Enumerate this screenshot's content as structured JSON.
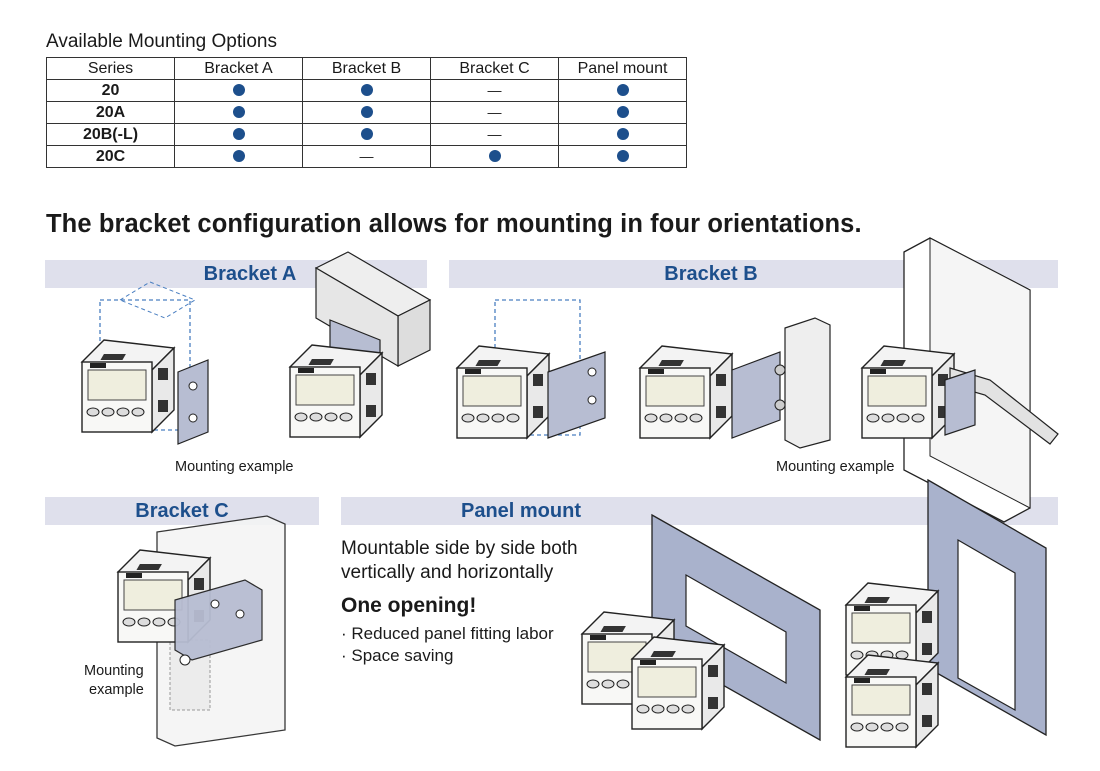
{
  "table": {
    "title": "Available Mounting Options",
    "headers": [
      "Series",
      "Bracket A",
      "Bracket B",
      "Bracket C",
      "Panel mount"
    ],
    "rows": [
      {
        "series": "20",
        "values": [
          "dot",
          "dot",
          "—",
          "dot"
        ]
      },
      {
        "series": "20A",
        "values": [
          "dot",
          "dot",
          "—",
          "dot"
        ]
      },
      {
        "series": "20B(-L)",
        "values": [
          "dot",
          "dot",
          "—",
          "dot"
        ]
      },
      {
        "series": "20C",
        "values": [
          "dot",
          "—",
          "dot",
          "dot"
        ]
      }
    ]
  },
  "headline": "The bracket configuration allows for mounting in four orientations.",
  "sections": {
    "bracket_a": {
      "title": "Bracket A",
      "caption": "Mounting example"
    },
    "bracket_b": {
      "title": "Bracket B",
      "caption": "Mounting example"
    },
    "bracket_c": {
      "title": "Bracket C",
      "caption_line1": "Mounting",
      "caption_line2": "example"
    },
    "panel_mount": {
      "title": "Panel mount",
      "desc_line1": "Mountable side by side both",
      "desc_line2": "vertically and horizontally",
      "highlight": "One opening!",
      "bullets": [
        "· Reduced panel fitting labor",
        "· Space saving"
      ]
    }
  },
  "colors": {
    "dot": "#1d4f8c",
    "band": "#dfe0ec",
    "heading": "#1d4f8c",
    "panel": "#a9b2cc",
    "bracket": "#b7bdd2"
  }
}
